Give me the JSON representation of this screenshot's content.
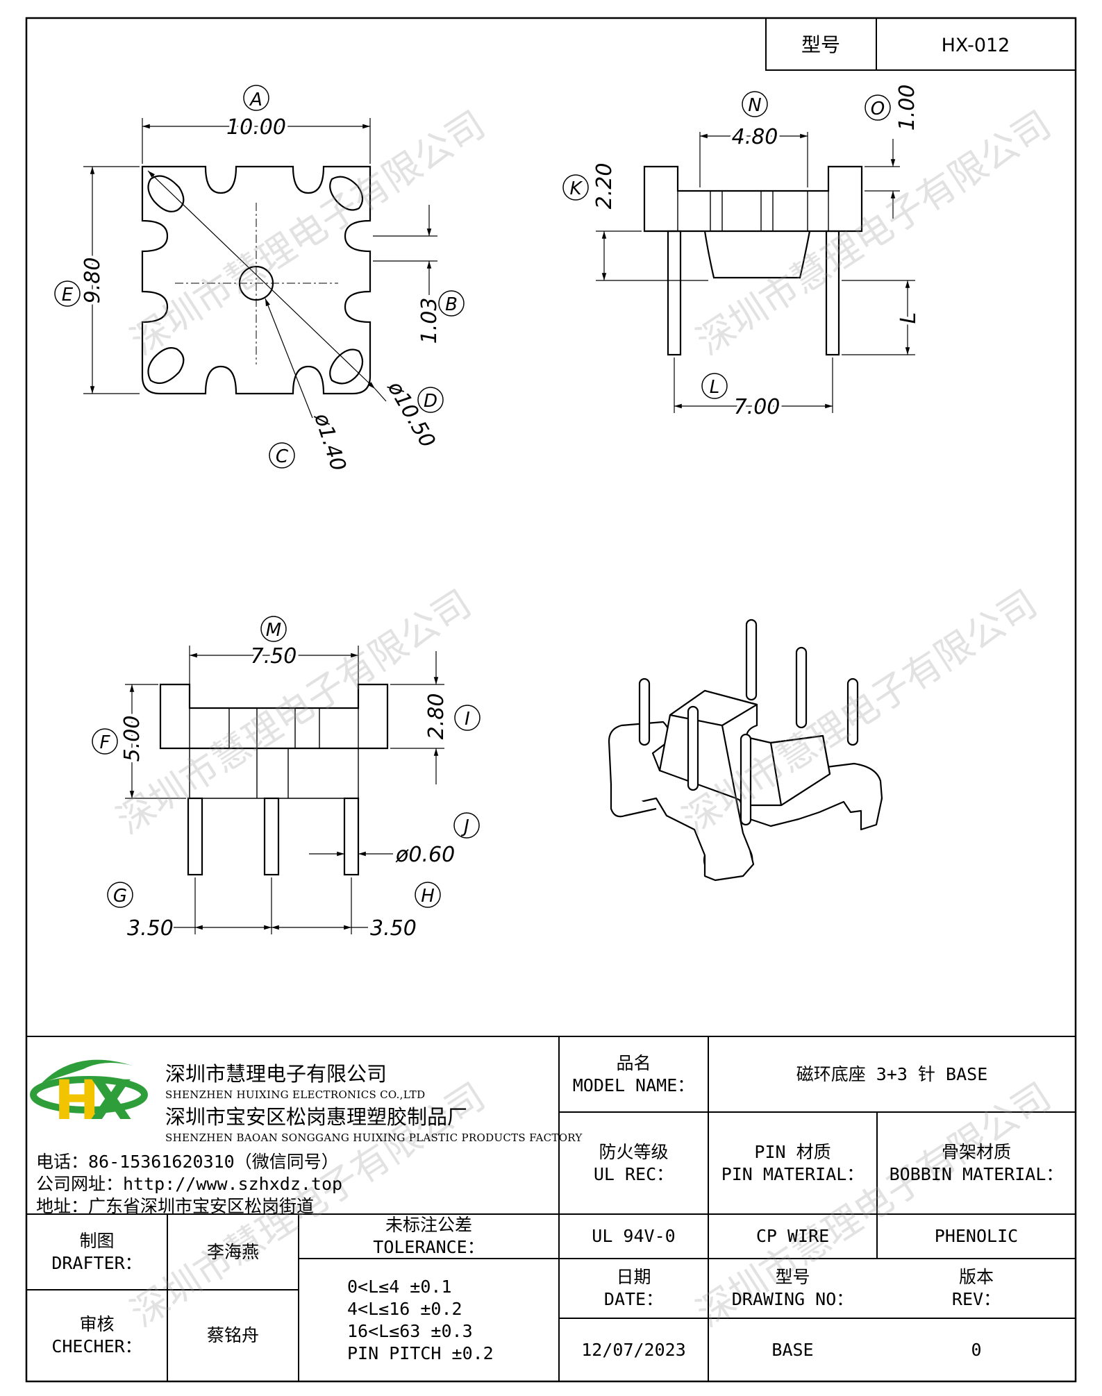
{
  "title_block": {
    "model_label": "型号",
    "model_value": "HX-012"
  },
  "dimensions": {
    "A": {
      "letter": "A",
      "value": "10.00"
    },
    "B": {
      "letter": "B",
      "value": "1.03"
    },
    "C": {
      "letter": "C",
      "value": "ø1.40"
    },
    "D": {
      "letter": "D",
      "value": "ø10.50"
    },
    "E": {
      "letter": "E",
      "value": "9.80"
    },
    "F": {
      "letter": "F",
      "value": "5.00"
    },
    "G": {
      "letter": "G",
      "value": "3.50"
    },
    "H": {
      "letter": "H",
      "value": "3.50"
    },
    "I": {
      "letter": "I",
      "value": "2.80"
    },
    "J": {
      "letter": "J",
      "value": "ø0.60"
    },
    "K": {
      "letter": "K",
      "value": "2.20"
    },
    "L": {
      "letter": "L",
      "value": "7.00"
    },
    "L2": {
      "letter": "L",
      "value": "L"
    },
    "M": {
      "letter": "M",
      "value": "7.50"
    },
    "N": {
      "letter": "N",
      "value": "4.80"
    },
    "O": {
      "letter": "O",
      "value": "1.00"
    }
  },
  "company": {
    "name_cn": "深圳市慧理电子有限公司",
    "name_en": "SHENZHEN HUIXING ELECTRONICS CO.,LTD",
    "factory_cn": "深圳市宝安区松岗惠理塑胶制品厂",
    "factory_en": "SHENZHEN BAOAN SONGGANG HUIXING PLASTIC PRODUCTS FACTORY",
    "phone": "电话：86-15361620310（微信同号）",
    "website": "公司网址：http://www.szhxdz.top",
    "address": "地址：广东省深圳市宝安区松岗街道",
    "logo_letters": "HX",
    "colors": {
      "green": "#2e9e3a",
      "yellow": "#f2c400"
    }
  },
  "table": {
    "model_name_cn": "品名",
    "model_name_en": "MODEL NAME：",
    "model_name_value": "磁环底座 3+3 针 BASE",
    "ul_cn": "防火等级",
    "ul_en": "UL REC：",
    "pin_material_cn": "PIN 材质",
    "pin_material_en": "PIN MATERIAL：",
    "bobbin_material_cn": "骨架材质",
    "bobbin_material_en": "BOBBIN MATERIAL：",
    "ul_value": "UL 94V-0",
    "pin_material_value": "CP WIRE",
    "bobbin_material_value": "PHENOLIC",
    "drafter_cn": "制图",
    "drafter_en": "DRAFTER：",
    "drafter_value": "李海燕",
    "checker_cn": "审核",
    "checker_en": "CHECHER：",
    "checker_value": "蔡铭舟",
    "tolerance_cn": "未标注公差",
    "tolerance_en": "TOLERANCE：",
    "tolerance_lines": [
      "0<L≤4  ±0.1",
      "4<L≤16 ±0.2",
      "16<L≤63 ±0.3",
      "PIN PITCH ±0.2"
    ],
    "date_cn": "日期",
    "date_en": "DATE：",
    "date_value": "12/07/2023",
    "drawing_no_cn": "型号",
    "drawing_no_en": "DRAWING NO：",
    "drawing_no_value": "BASE",
    "rev_cn": "版本",
    "rev_en": "REV：",
    "rev_value": "0"
  },
  "watermark": "深圳市慧理电子有限公司"
}
